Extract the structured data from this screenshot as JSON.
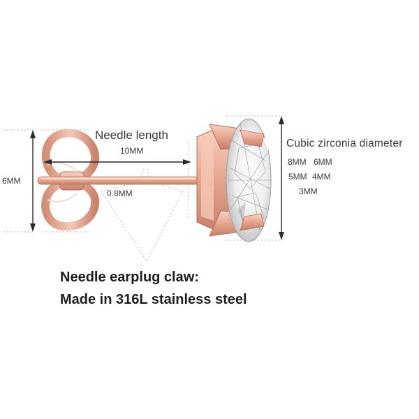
{
  "labels": {
    "needle_length": "Needle length",
    "needle_length_value": "10MM",
    "needle_thickness": "0.8MM",
    "height": "6MM",
    "diameter_title": "Cubic zirconia diameter",
    "size_8": "8MM",
    "size_6": "6MM",
    "size_5": "5MM",
    "size_4": "4MM",
    "size_3": "3MM"
  },
  "caption": {
    "line1": "Needle earplug claw:",
    "line2": "Made in 316L stainless steel"
  },
  "colors": {
    "rose_gold": "#e6a58f",
    "rose_gold_dark": "#b9705a",
    "rose_gold_light": "#f6cdbd",
    "dimension_line": "#2b2b2b",
    "guide_dots": "#b5b5b5"
  }
}
